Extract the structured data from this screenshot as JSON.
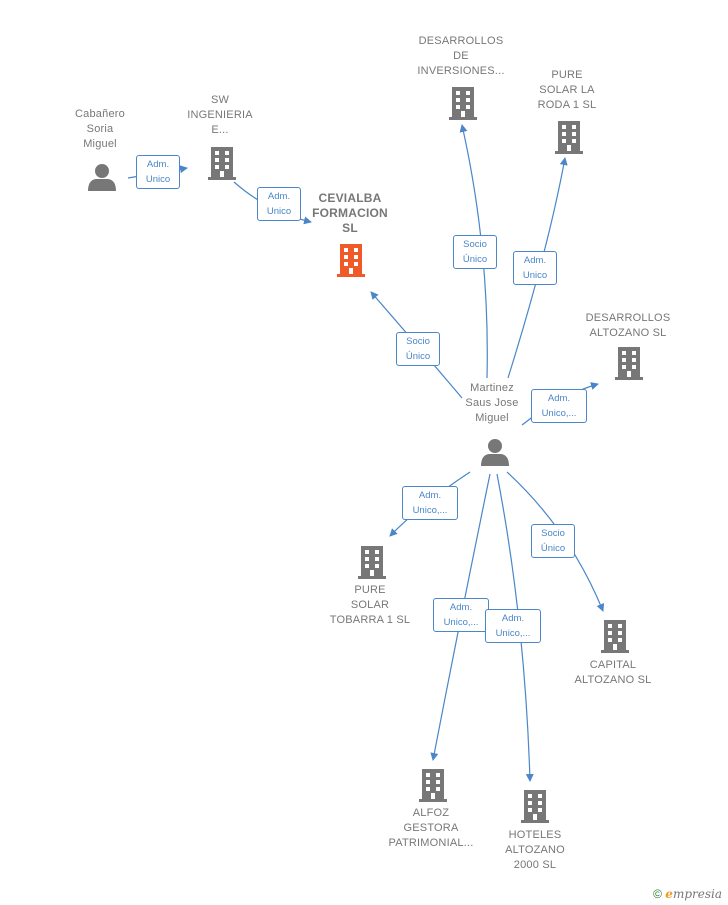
{
  "nodes": {
    "cabanero": {
      "label": "Cabañero\nSoria\nMiguel",
      "type": "person"
    },
    "sw": {
      "label": "SW\nINGENIERIA\nE...",
      "type": "company"
    },
    "cevialba": {
      "label": "CEVIALBA\nFORMACION\nSL",
      "type": "company-main"
    },
    "desarrollos_inv": {
      "label": "DESARROLLOS\nDE\nINVERSIONES...",
      "type": "company"
    },
    "pure_roda": {
      "label": "PURE\nSOLAR LA\nRODA 1  SL",
      "type": "company"
    },
    "desarrollos_alt": {
      "label": "DESARROLLOS\nALTOZANO  SL",
      "type": "company"
    },
    "martinez": {
      "label": "Martinez\nSaus Jose\nMiguel",
      "type": "person"
    },
    "pure_tobarra": {
      "label": "PURE\nSOLAR\nTOBARRA 1  SL",
      "type": "company"
    },
    "capital": {
      "label": "CAPITAL\nALTOZANO  SL",
      "type": "company"
    },
    "alfoz": {
      "label": "ALFOZ\nGESTORA\nPATRIMONIAL...",
      "type": "company"
    },
    "hoteles": {
      "label": "HOTELES\nALTOZANO\n2000  SL",
      "type": "company"
    }
  },
  "relations": {
    "r1": "Adm.\nUnico",
    "r2": "Adm.\nUnico",
    "r3": "Socio\nÚnico",
    "r4": "Socio\nÚnico",
    "r5": "Adm.\nUnico",
    "r6": "Adm.\nUnico,...",
    "r7": "Adm.\nUnico,...",
    "r8": "Socio\nÚnico",
    "r9": "Adm.\nUnico,...",
    "r10": "Adm.\nUnico,..."
  },
  "colors": {
    "edge": "#4a86c8",
    "icon": "#777777",
    "main_icon": "#f05a28"
  },
  "watermark": {
    "symbol": "©",
    "brand_initial": "e",
    "brand_rest": "mpresia"
  }
}
